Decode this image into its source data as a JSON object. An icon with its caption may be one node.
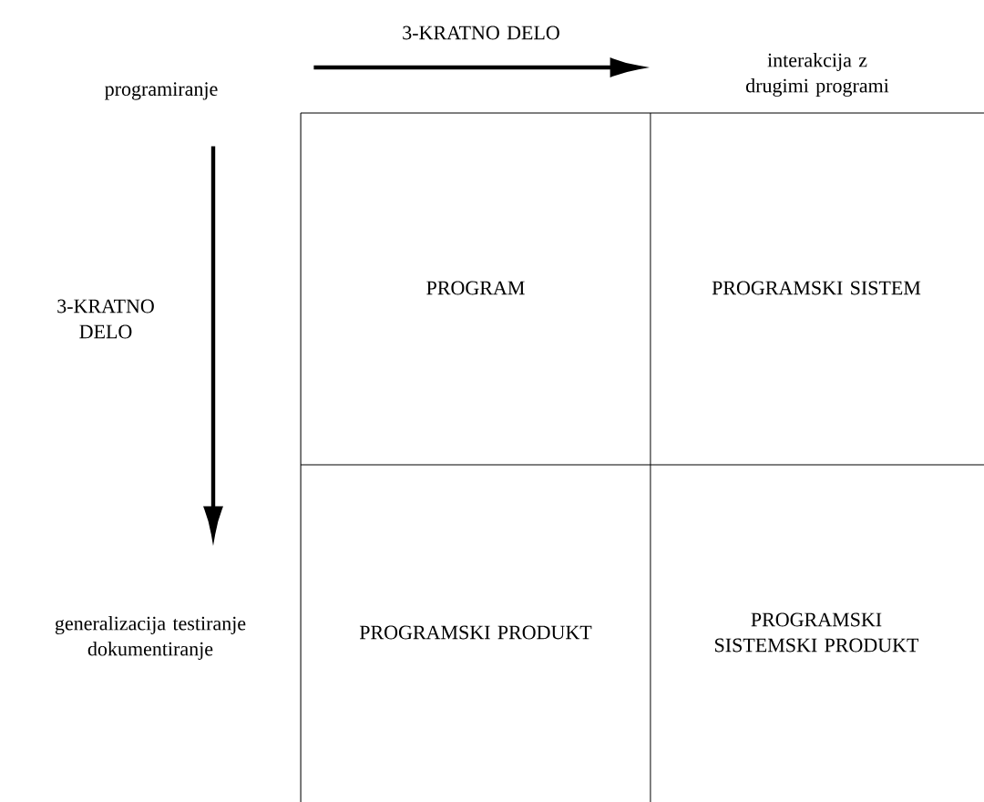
{
  "diagram": {
    "nodes": [
      {
        "text": [
          "programiranje"
        ]
      },
      {
        "text": [
          "interakcija z drugimi programi"
        ]
      },
      {
        "text": [
          "generalizacija testiranje dokumentiranje"
        ]
      },
      {
        "text": [
          "PROGRAM"
        ]
      },
      {
        "text": [
          "PROGRAMSKI SISTEM"
        ]
      },
      {
        "text": [
          "PROGRAMSKI PRODUKT"
        ]
      },
      {
        "text": [
          "PROGRAMSKI SISTEMSKI PRODUKT"
        ]
      }
    ],
    "edges": [
      {
        "from": 0,
        "to": 1,
        "arrow": "to",
        "label": "3-KRATNO DELO"
      },
      {
        "from": 0,
        "to": 2,
        "arrow": "to",
        "label": "3-KRATNO DELO"
      }
    ]
  }
}
